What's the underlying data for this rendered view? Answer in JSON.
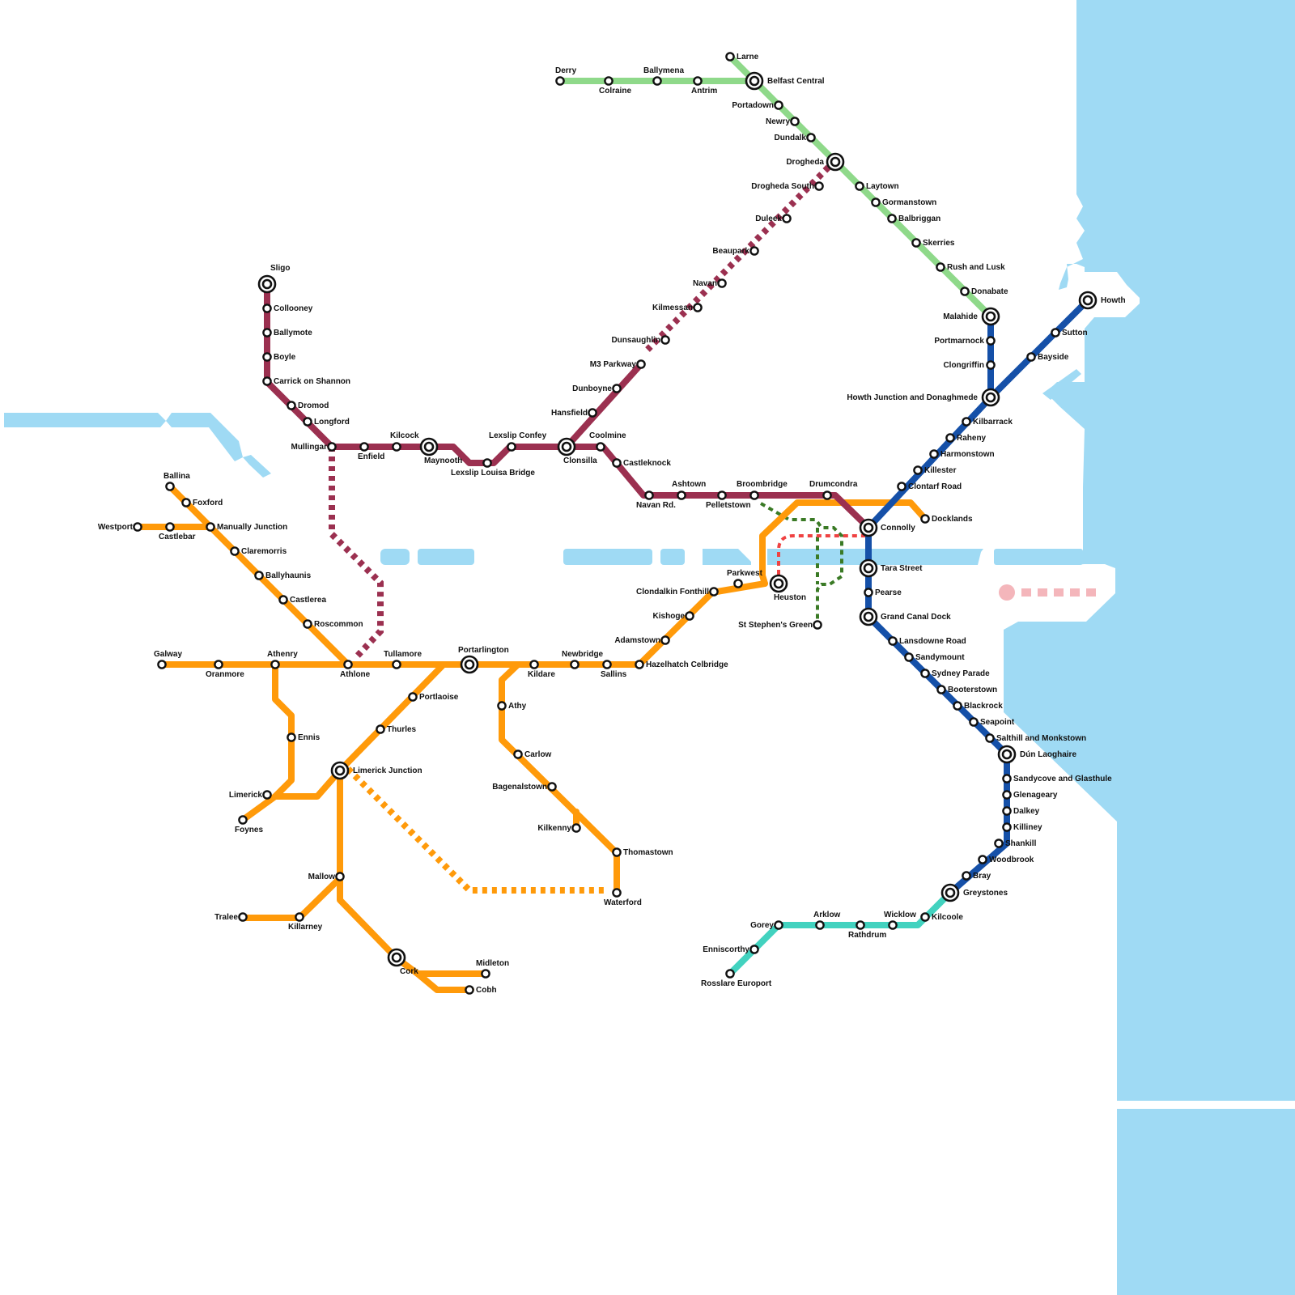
{
  "lines": {
    "northern": {
      "color": "#8fd98a"
    },
    "western": {
      "color": "#9b3050"
    },
    "southern": {
      "color": "#ff9a0a"
    },
    "dart": {
      "color": "#1550a8"
    },
    "southeast": {
      "color": "#42d2bf"
    },
    "luas_green": {
      "color": "#3a7a25"
    },
    "luas_red": {
      "color": "#ef4242"
    },
    "proposed": {
      "color": "#f4b6bb"
    },
    "water": {
      "color": "#9fdaf4"
    }
  },
  "stations": {
    "larne": "Larne",
    "belfast_central": "Belfast Central",
    "derry": "Derry",
    "coleraine": "Colraine",
    "ballymena": "Ballymena",
    "antrim": "Antrim",
    "portadown": "Portadown",
    "newry": "Newry",
    "dundalk": "Dundalk",
    "drogheda": "Drogheda",
    "laytown": "Laytown",
    "gormanstown": "Gormanstown",
    "balbriggan": "Balbriggan",
    "skerries": "Skerries",
    "rush_lusk": "Rush and Lusk",
    "donabate": "Donabate",
    "malahide": "Malahide",
    "portmarnock": "Portmarnock",
    "clongriffin": "Clongriffin",
    "howth_junction": "Howth Junction and Donaghmede",
    "howth": "Howth",
    "sutton": "Sutton",
    "bayside": "Bayside",
    "kilbarrack": "Kilbarrack",
    "raheny": "Raheny",
    "harmonstown": "Harmonstown",
    "killester": "Killester",
    "clontarf": "Clontarf Road",
    "connolly": "Connolly",
    "docklands": "Docklands",
    "tara": "Tara Street",
    "pearse": "Pearse",
    "grand_canal": "Grand Canal Dock",
    "lansdowne": "Lansdowne Road",
    "sandymount": "Sandymount",
    "sydney_parade": "Sydney Parade",
    "booterstown": "Booterstown",
    "blackrock": "Blackrock",
    "seapoint": "Seapoint",
    "salthill": "Salthill and Monkstown",
    "dun_laoghaire": "Dún Laoghaire",
    "sandycove": "Sandycove and Glasthule",
    "glenageary": "Glenageary",
    "dalkey": "Dalkey",
    "killiney": "Killiney",
    "shankill": "Shankill",
    "woodbrook": "Woodbrook",
    "bray": "Bray",
    "greystones": "Greystones",
    "kilcoole": "Kilcoole",
    "wicklow": "Wicklow",
    "rathdrum": "Rathdrum",
    "arklow": "Arklow",
    "gorey": "Gorey",
    "enniscorthy": "Enniscorthy",
    "rosslare": "Rosslare Europort",
    "drogheda_south": "Drogheda South",
    "duleek": "Duleek",
    "beaupark": "Beaupark",
    "navan": "Navan",
    "kilmessan": "Kilmessan",
    "dunsaughlin": "Dunsaughlin",
    "m3_parkway": "M3 Parkway",
    "dunboyne": "Dunboyne",
    "hansfield": "Hansfield",
    "clonsilla": "Clonsilla",
    "coolmine": "Coolmine",
    "castleknock": "Castleknock",
    "navan_rd": "Navan Rd.",
    "ashtown": "Ashtown",
    "pelletstown": "Pelletstown",
    "broombridge": "Broombridge",
    "drumcondra": "Drumcondra",
    "sligo": "Sligo",
    "collooney": "Collooney",
    "ballymote": "Ballymote",
    "boyle": "Boyle",
    "carrick": "Carrick on Shannon",
    "dromod": "Dromod",
    "longford": "Longford",
    "mullingar": "Mullingar",
    "enfield": "Enfield",
    "kilcock": "Kilcock",
    "maynooth": "Maynooth",
    "lexslip_louisa": "Lexslip Louisa Bridge",
    "lexslip_confey": "Lexslip Confey",
    "ballina": "Ballina",
    "foxford": "Foxford",
    "westport": "Westport",
    "castlebar": "Castlebar",
    "manulla": "Manually Junction",
    "claremorris": "Claremorris",
    "ballyhaunis": "Ballyhaunis",
    "castlerea": "Castlerea",
    "roscommon": "Roscommon",
    "galway": "Galway",
    "oranmore": "Oranmore",
    "athenry": "Athenry",
    "athlone": "Athlone",
    "tullamore": "Tullamore",
    "portarlington": "Portarlington",
    "kildare": "Kildare",
    "newbridge": "Newbridge",
    "sallins": "Sallins",
    "hazelhatch": "Hazelhatch Celbridge",
    "adamstown": "Adamstown",
    "kishoge": "Kishoge",
    "clondalkin": "Clondalkin Fonthill",
    "parkwest": "Parkwest",
    "heuston": "Heuston",
    "st_stephens": "St Stephen's Green",
    "portlaoise": "Portlaoise",
    "thurles": "Thurles",
    "limerick_junction": "Limerick Junction",
    "ennis": "Ennis",
    "limerick": "Limerick",
    "foynes": "Foynes",
    "mallow": "Mallow",
    "tralee": "Tralee",
    "killarney": "Killarney",
    "cork": "Cork",
    "midleton": "Midleton",
    "cobh": "Cobh",
    "athy": "Athy",
    "carlow": "Carlow",
    "bagenalstown": "Bagenalstown",
    "kilkenny": "Kilkenny",
    "thomastown": "Thomastown",
    "waterford": "Waterford"
  }
}
